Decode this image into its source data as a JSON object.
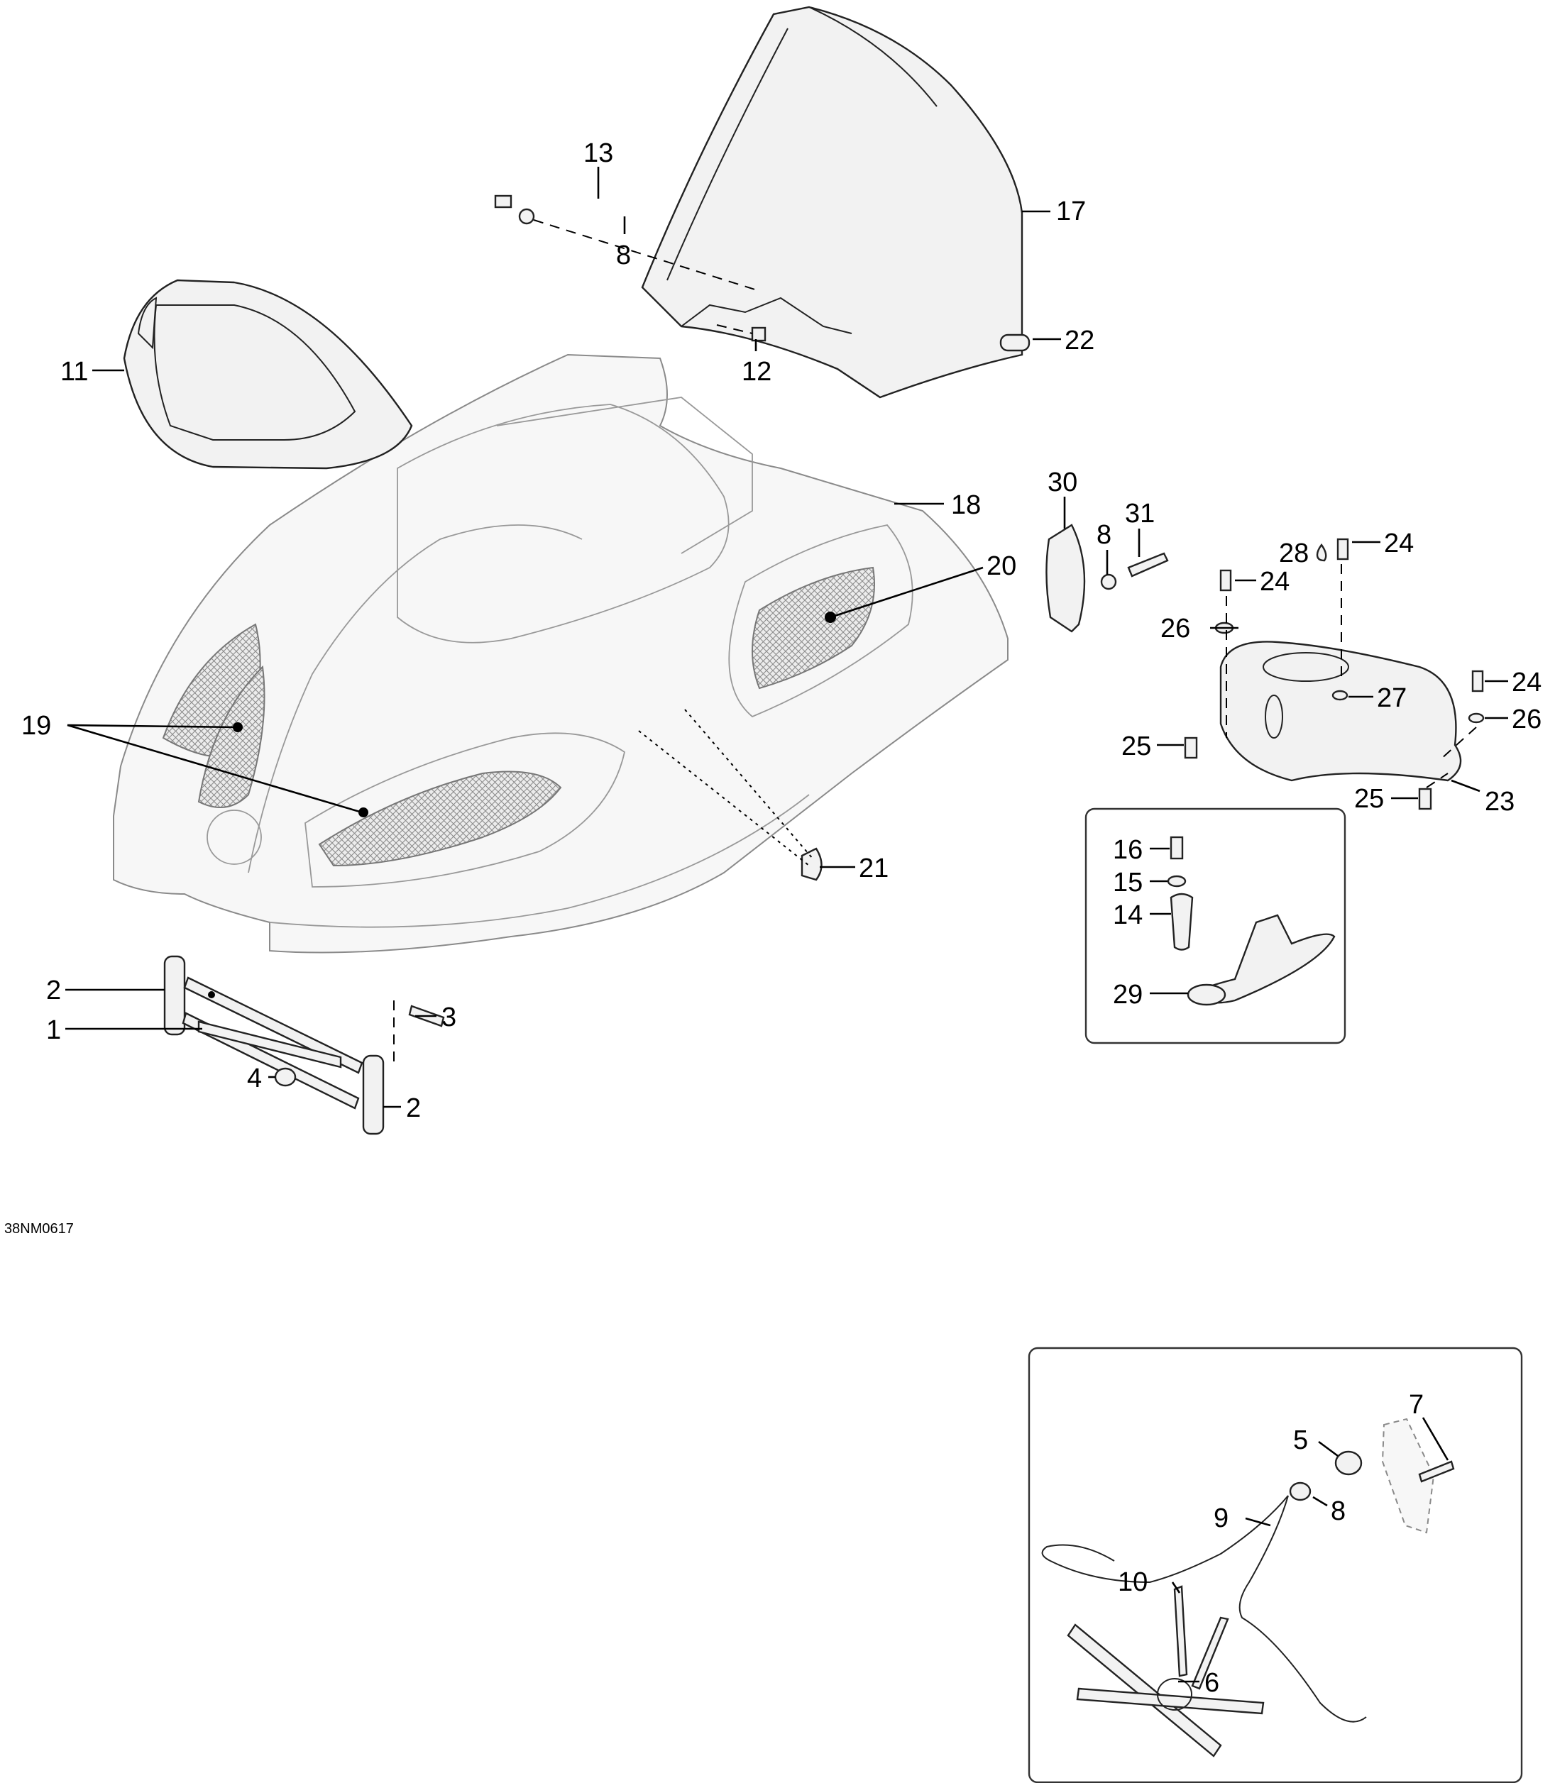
{
  "drawing_ref": "38NM0617",
  "callouts": {
    "c1": "1",
    "c2a": "2",
    "c2b": "2",
    "c3": "3",
    "c4": "4",
    "c5": "5",
    "c6": "6",
    "c7": "7",
    "c8a": "8",
    "c8b": "8",
    "c8c": "8",
    "c9": "9",
    "c10": "10",
    "c11": "11",
    "c12": "12",
    "c13": "13",
    "c14": "14",
    "c15": "15",
    "c16": "16",
    "c17": "17",
    "c18": "18",
    "c19": "19",
    "c20": "20",
    "c21": "21",
    "c22": "22",
    "c23": "23",
    "c24a": "24",
    "c24b": "24",
    "c24c": "24",
    "c25a": "25",
    "c25b": "25",
    "c26a": "26",
    "c26b": "26",
    "c27": "27",
    "c28": "28",
    "c29": "29",
    "c30": "30",
    "c31": "31"
  }
}
